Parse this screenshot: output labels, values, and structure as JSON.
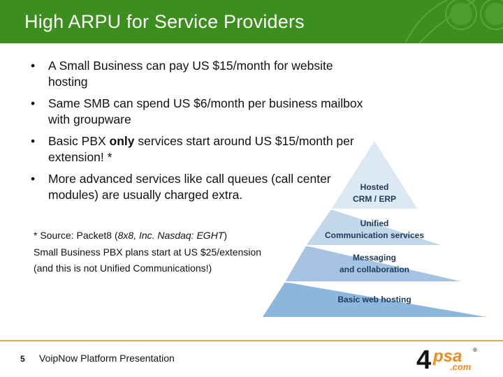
{
  "slide": {
    "title": "High ARPU for Service Providers",
    "bullets": [
      {
        "bullet": "•",
        "text_before": "A Small Business can pay US $15/month for website hosting"
      },
      {
        "bullet": "•",
        "text_before": "Same SMB can spend US $6/month per business mailbox with groupware"
      },
      {
        "bullet": "•",
        "text_before": "Basic PBX",
        "emphasis": " only",
        "text_after": " services start around US $15/month per extension! *"
      },
      {
        "bullet": "•",
        "text_before": "More advanced services like call queues (call center modules) are usually charged extra."
      }
    ],
    "note": {
      "line1_prefix": "* Source: Packet8 (",
      "line1_italic": "8x8, Inc. Nasdaq: EGHT",
      "line1_suffix": ")",
      "line2": "Small Business PBX  plans start at US $25/extension",
      "line3": "(and this is not Unified Communications!)"
    }
  },
  "pyramid": {
    "levels": [
      {
        "line1": "Hosted",
        "line2": "CRM / ERP",
        "color": "#dce8f3"
      },
      {
        "line1": "Unified",
        "line2": "Communication services",
        "color": "#c3d7eb"
      },
      {
        "line1": "Messaging",
        "line2": "and collaboration",
        "color": "#a6c4e2"
      },
      {
        "line1": "Basic web hosting",
        "line2": "",
        "color": "#8db6dc"
      }
    ]
  },
  "footer": {
    "page_number": "5",
    "presentation_title": "VoipNow Platform Presentation",
    "logo": {
      "digit": "4",
      "brand": "psa",
      "suffix": ".com",
      "mark": "®"
    }
  },
  "colors": {
    "header": "#3c8e1e",
    "footer_line": "#e8a94a",
    "logo_orange": "#f08a1c",
    "logo_dark": "#111111"
  }
}
